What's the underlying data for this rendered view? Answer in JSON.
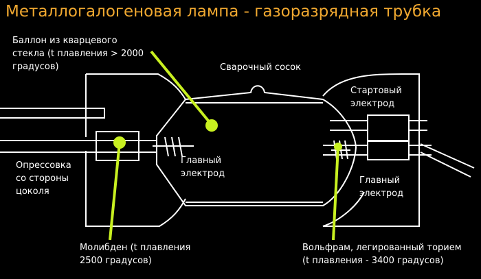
{
  "title": "Металлогалогеновая лампа - газоразрядная трубка",
  "colors": {
    "title": "#f0a830",
    "pointer": "#c8f020",
    "line": "#ffffff",
    "background": "#000000"
  },
  "labels": {
    "bulb": [
      "Баллон из кварцевого",
      "стекла (t плавления > 2000",
      "градусов)"
    ],
    "weld_tip": "Сварочный сосок",
    "start_electrode": [
      "Стартовый",
      "электрод"
    ],
    "crimp": [
      "Опрессовка",
      "со стороны",
      "цоколя"
    ],
    "main_electrode_left": [
      "Главный",
      "электрод"
    ],
    "main_electrode_right": [
      "Главный",
      "электрод"
    ],
    "molybdenum": [
      "Молибден (t плавления",
      "2500 градусов)"
    ],
    "tungsten": [
      "Вольфрам, легированный торием",
      "(t плавления - 3400 градусов)"
    ]
  }
}
